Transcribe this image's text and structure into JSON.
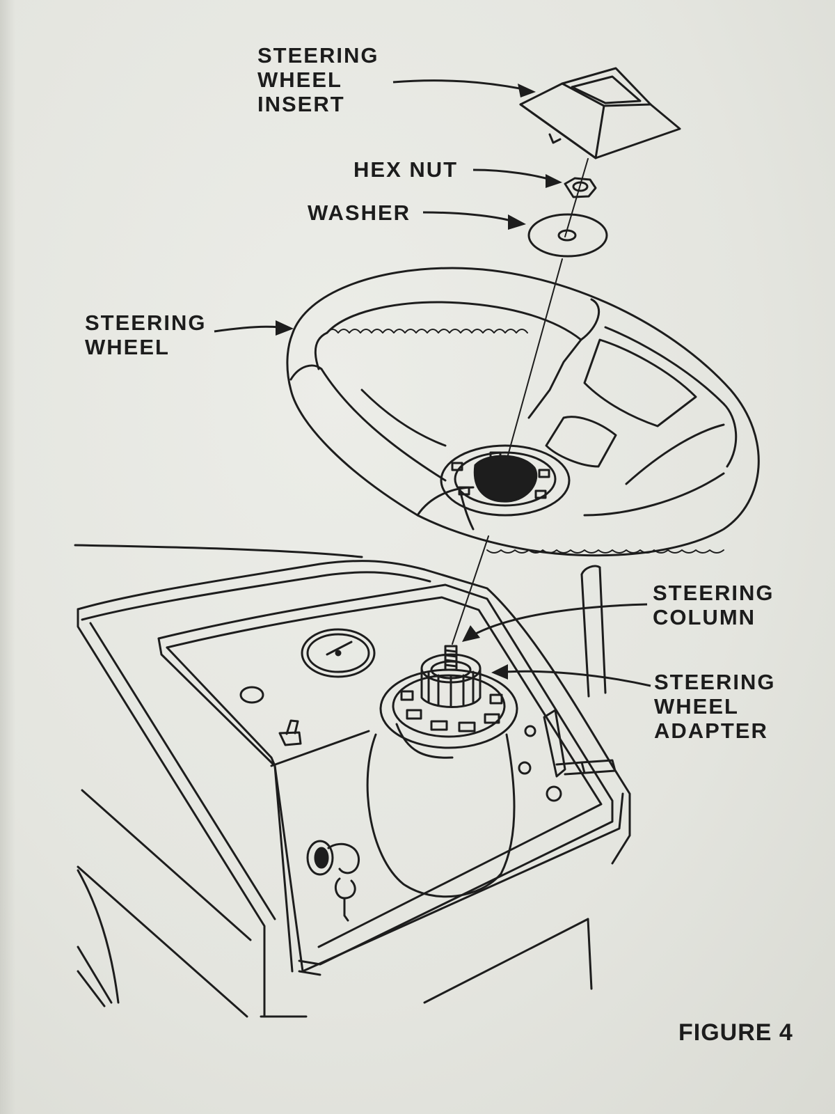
{
  "labels": {
    "steering_wheel_insert": [
      "STEERING",
      "WHEEL",
      "INSERT"
    ],
    "hex_nut": "HEX NUT",
    "washer": "WASHER",
    "steering_wheel": [
      "STEERING",
      "WHEEL"
    ],
    "steering_column": [
      "STEERING",
      "COLUMN"
    ],
    "steering_wheel_adapter": [
      "STEERING",
      "WHEEL",
      "ADAPTER"
    ]
  },
  "figure_caption": "FIGURE 4",
  "colors": {
    "ink": "#1d1d1d",
    "paper": "#e6e7e2"
  }
}
